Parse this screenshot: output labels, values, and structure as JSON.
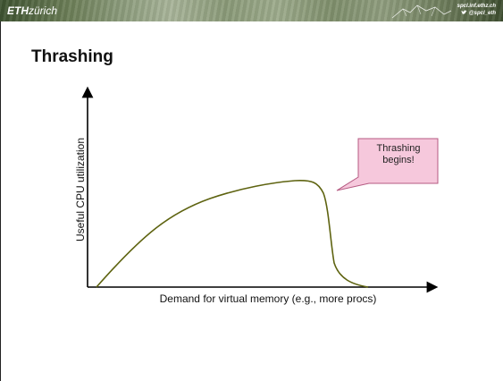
{
  "header": {
    "logo_eth": "ETH",
    "logo_zurich": "zürich",
    "contact_url": "spcl.inf.ethz.ch",
    "contact_twitter": "@spcl_eth",
    "twitter_icon": "twitter-bird-icon"
  },
  "slide": {
    "title": "Thrashing"
  },
  "diagram": {
    "y_axis_label": "Useful CPU utilization",
    "x_axis_label": "Demand for virtual memory (e.g., more procs)",
    "callout_text": "Thrashing begins!",
    "curve_color": "#5e6310",
    "callout_fill": "#f6c8dc",
    "callout_border": "#b55a82"
  }
}
